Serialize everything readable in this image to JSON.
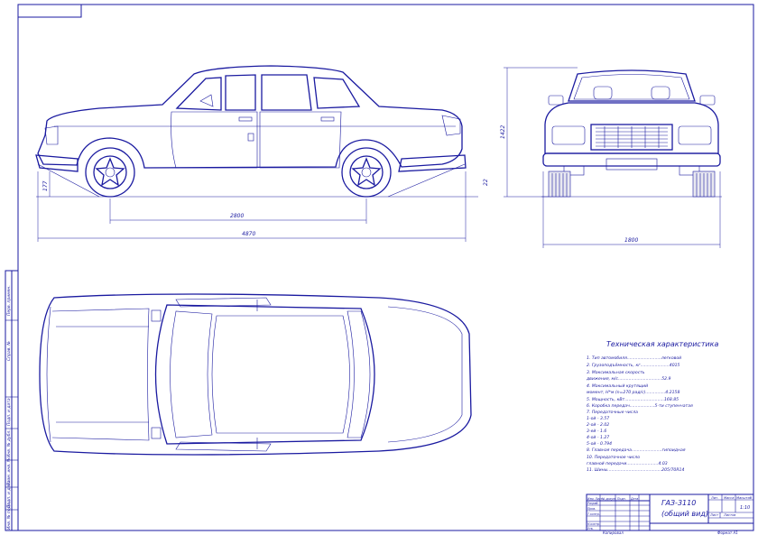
{
  "dimensions": {
    "wheelbase": "2800",
    "length": "4870",
    "width": "1800",
    "height": "1422",
    "ground_clearance": "177",
    "front_overhang_angle": "22"
  },
  "specs": {
    "heading": "Техническая характеристика",
    "lines": [
      "1. Тип автомобиля..........................легковой",
      "2. Грузоподъёмность, кг......................4015",
      "3. Максимальная скорость",
      "   движения, м/с.................................52.9",
      "4. Максимальный крутящий",
      "   момент, Н*м (n=270 рад/с)...............4.2158",
      "5. Мощность, кВт..............................168.85",
      "6. Коробка передач...................5-ти ступенчатая",
      "7. Передаточные числа",
      "      1-ой - 3.57",
      "      2-ой - 2.02",
      "      3-ей - 1.6",
      "      4-ой - 1.27",
      "      5-ой - 0.794",
      "8. Главная передача.......................гипоидная",
      "10. Передаточное число",
      "    главной передачи........................4.03",
      "11. Шины.........................................205/70R14"
    ]
  },
  "title_block": {
    "name_line1": "ГАЗ-3110",
    "name_line2": "(общий вид)",
    "col_lit": "Лит.",
    "col_mass": "Масса",
    "col_scale": "Масштаб",
    "scale": "1:10",
    "sheet": "Лист",
    "sheets": "Листов",
    "row_izm": "Изм. Лист",
    "row_ndok": "№ докум.",
    "row_podp": "Подп.",
    "row_date": "Дата",
    "razrab": "Разраб.",
    "prov": "Пров.",
    "tkontr": "Т.контр.",
    "nkontr": "Н.контр.",
    "utv": "Утв."
  },
  "footer": {
    "copied": "Копировал",
    "format": "Формат  А1"
  },
  "side_stamp": [
    "Перв. примен.",
    "Справ. №",
    "Подп. и дата",
    "Инв. № дубл.",
    "Взам. инв. №",
    "Подп. и дата",
    "Инв. № подл."
  ]
}
